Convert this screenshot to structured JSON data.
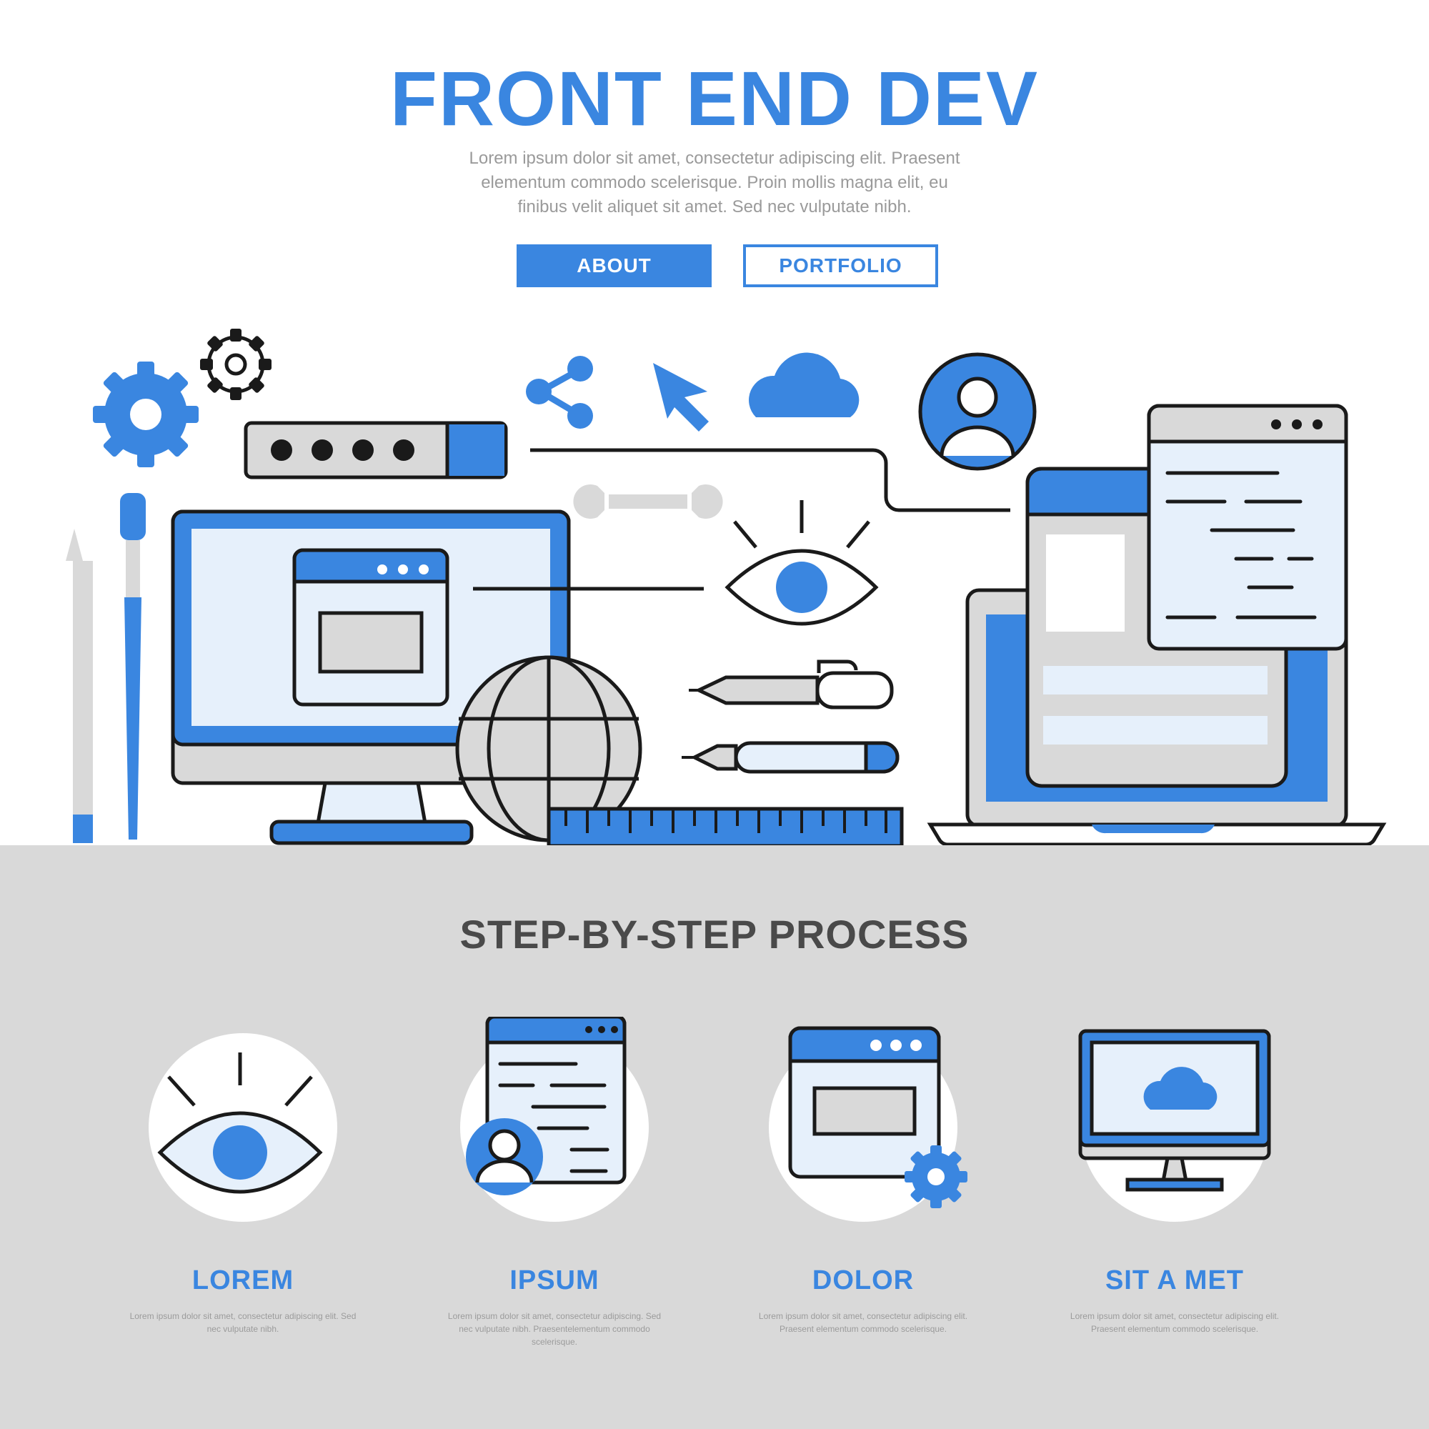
{
  "colors": {
    "accent": "#3a86e0",
    "light_blue": "#e6f0fb",
    "gray": "#d9d9d9",
    "text_gray": "#9a9a9a",
    "dark": "#4a4a4a",
    "stroke": "#1a1a1a"
  },
  "hero": {
    "title": "FRONT END DEV",
    "subtitle": "Lorem ipsum dolor sit amet, consectetur adipiscing elit. Praesent elementum commodo scelerisque. Proin mollis magna elit, eu finibus velit aliquet sit amet. Sed nec vulputate nibh.",
    "about_label": "ABOUT",
    "portfolio_label": "PORTFOLIO"
  },
  "process": {
    "title": "STEP-BY-STEP PROCESS",
    "steps": [
      {
        "label": "LOREM",
        "text": "Lorem ipsum dolor sit amet, consectetur adipiscing elit. Sed nec vulputate nibh.",
        "icon": "eye-icon"
      },
      {
        "label": "IPSUM",
        "text": "Lorem ipsum dolor sit amet, consectetur adipiscing. Sed nec vulputate nibh. Praesentelementum commodo scelerisque.",
        "icon": "document-user-icon"
      },
      {
        "label": "DOLOR",
        "text": "Lorem ipsum dolor sit amet, consectetur adipiscing elit. Praesent elementum commodo scelerisque.",
        "icon": "browser-gear-icon"
      },
      {
        "label": "SIT A MET",
        "text": "Lorem ipsum dolor sit amet, consectetur adipiscing elit. Praesent elementum commodo scelerisque.",
        "icon": "monitor-cloud-icon"
      }
    ]
  }
}
